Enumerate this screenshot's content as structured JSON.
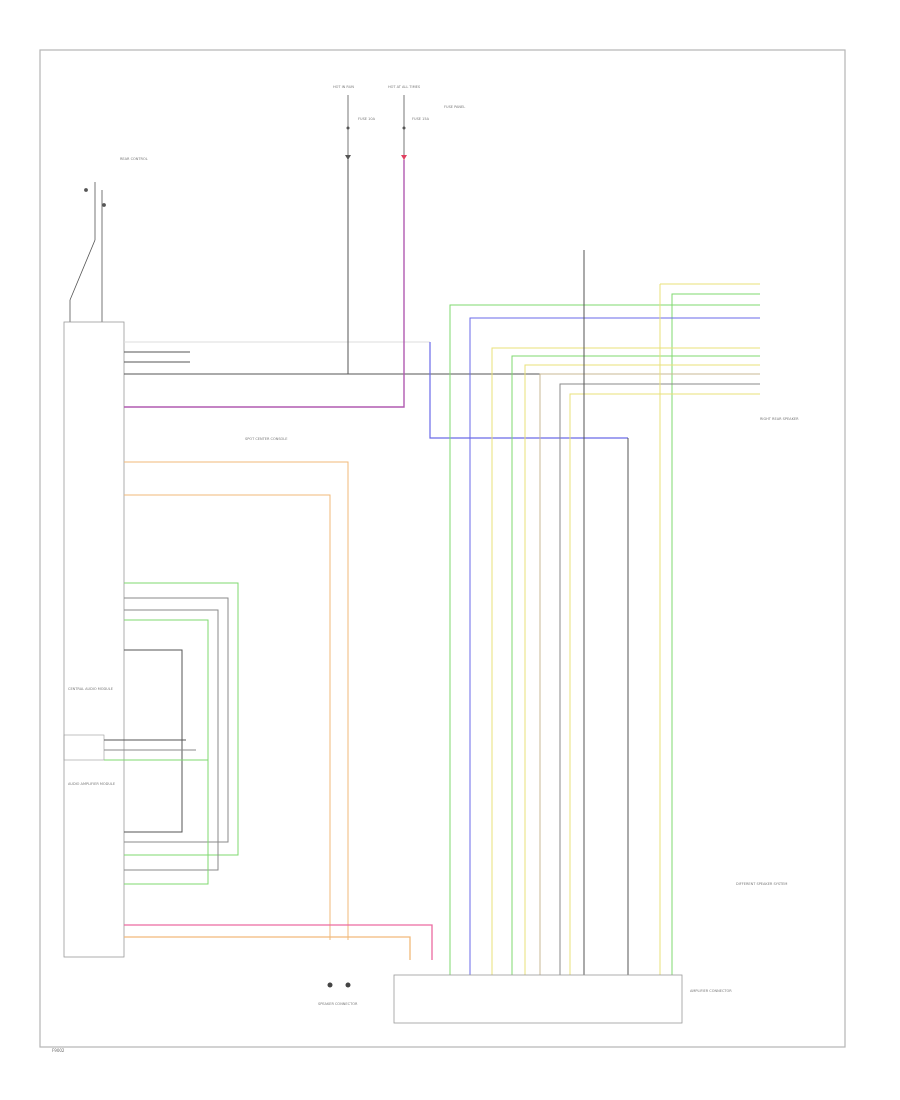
{
  "diagram": {
    "corner_label": "F9002",
    "top_fuse_labels": {
      "left_title": "HOT IN RUN",
      "right_title": "HOT AT ALL TIMES",
      "right_note": "FUSE PANEL",
      "left_fuse": "FUSE 10A",
      "right_fuse": "FUSE 15A"
    },
    "upper_left_component": "REAR CONTROL",
    "center_component": "SPOT CENTER CONSOLE",
    "right_connector": "RIGHT REAR SPEAKER",
    "left_module": "CENTRAL AUDIO MODULE",
    "lower_left_module": "AUDIO AMPLIFIER MODULE",
    "bottom_center_connector": "SPEAKER CONNECTOR",
    "bottom_right_box": "AMPLIFIER CONNECTOR",
    "bottom_right_label": "DIFFERENT SPEAKER SYSTEM"
  },
  "colors": {
    "green": "#7fd96f",
    "yellow": "#e8e07a",
    "blue": "#6a6ae8",
    "purple": "#b05ab0",
    "orange": "#f2b97a",
    "pink": "#ec6aa0",
    "gray": "#8a8a8a",
    "tan": "#c9b995",
    "wire_dark": "#555555"
  }
}
